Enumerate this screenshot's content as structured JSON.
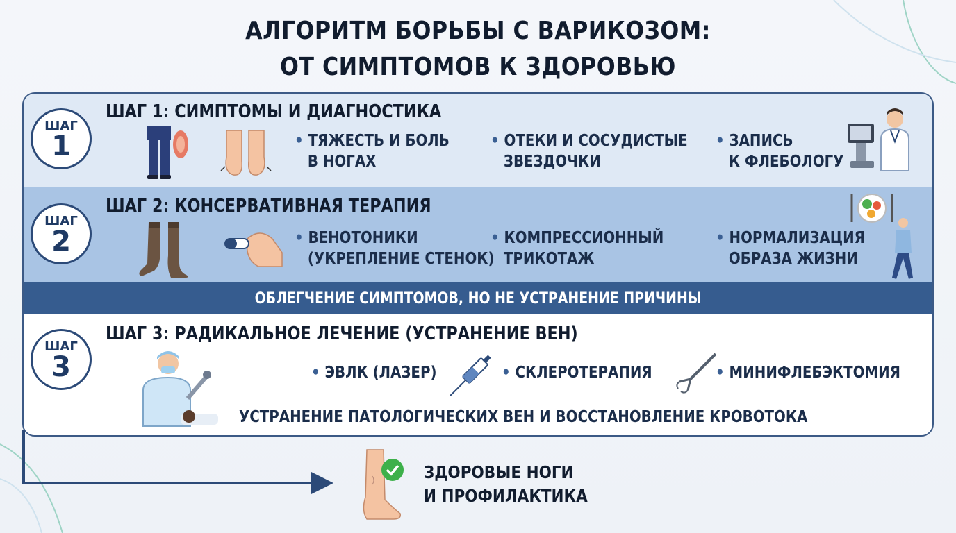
{
  "title_line1": "АЛГОРИТМ БОРЬБЫ С ВАРИКОЗОМ:",
  "title_line2": "ОТ СИМПТОМОВ К ЗДОРОВЬЮ",
  "colors": {
    "dark_blue": "#2c4a78",
    "band1": "#dfe9f5",
    "band2": "#a9c4e4",
    "bar": "#365c8f",
    "check_green": "#3db04a"
  },
  "steps": [
    {
      "label": "ШАГ",
      "number": "1",
      "title": "ШАГ 1: СИМПТОМЫ И ДИАГНОСТИКА",
      "items": [
        {
          "line1": "ТЯЖЕСТЬ И БОЛЬ",
          "line2": "В НОГАХ"
        },
        {
          "line1": "ОТЕКИ И СОСУДИСТЫЕ",
          "line2": "ЗВЕЗДОЧКИ"
        },
        {
          "line1": "ЗАПИСЬ",
          "line2": "К ФЛЕБОЛОГУ"
        }
      ]
    },
    {
      "label": "ШАГ",
      "number": "2",
      "title": "ШАГ 2: КОНСЕРВАТИВНАЯ ТЕРАПИЯ",
      "items": [
        {
          "line1": "ВЕНОТОНИКИ",
          "line2": "(УКРЕПЛЕНИЕ СТЕНОК)"
        },
        {
          "line1": "КОМПРЕССИОННЫЙ",
          "line2": "ТРИКОТАЖ"
        },
        {
          "line1": "НОРМАЛИЗАЦИЯ",
          "line2": "ОБРАЗА ЖИЗНИ"
        }
      ]
    },
    {
      "label": "ШАГ",
      "number": "3",
      "title": "ШАГ 3:  РАДИКАЛЬНОЕ ЛЕЧЕНИЕ (УСТРАНЕНИЕ ВЕН)",
      "items": [
        {
          "line1": "ЭВЛК (ЛАЗЕР)"
        },
        {
          "line1": "СКЛЕРОТЕРАПИЯ"
        },
        {
          "line1": "МИНИФЛЕБЭКТОМИЯ"
        }
      ],
      "result": "УСТРАНЕНИЕ ПАТОЛОГИЧЕСКИХ ВЕН И ВОССТАНОВЛЕНИЕ КРОВОТОКА"
    }
  ],
  "relief_bar": "ОБЛЕГЧЕНИЕ СИМПТОМОВ, НО НЕ УСТРАНЕНИЕ ПРИЧИНЫ",
  "final_line1": "ЗДОРОВЫЕ НОГИ",
  "final_line2": "И ПРОФИЛАКТИКА",
  "icons": [
    "legs-pain-icon",
    "feet-swelling-icon",
    "doctor-ultrasound-icon",
    "compression-stockings-icon",
    "pill-hand-icon",
    "healthy-food-icon",
    "walking-man-icon",
    "surgeon-laser-icon",
    "syringe-icon",
    "surgical-hook-icon",
    "healthy-leg-icon",
    "check-icon",
    "arrow-icon"
  ]
}
